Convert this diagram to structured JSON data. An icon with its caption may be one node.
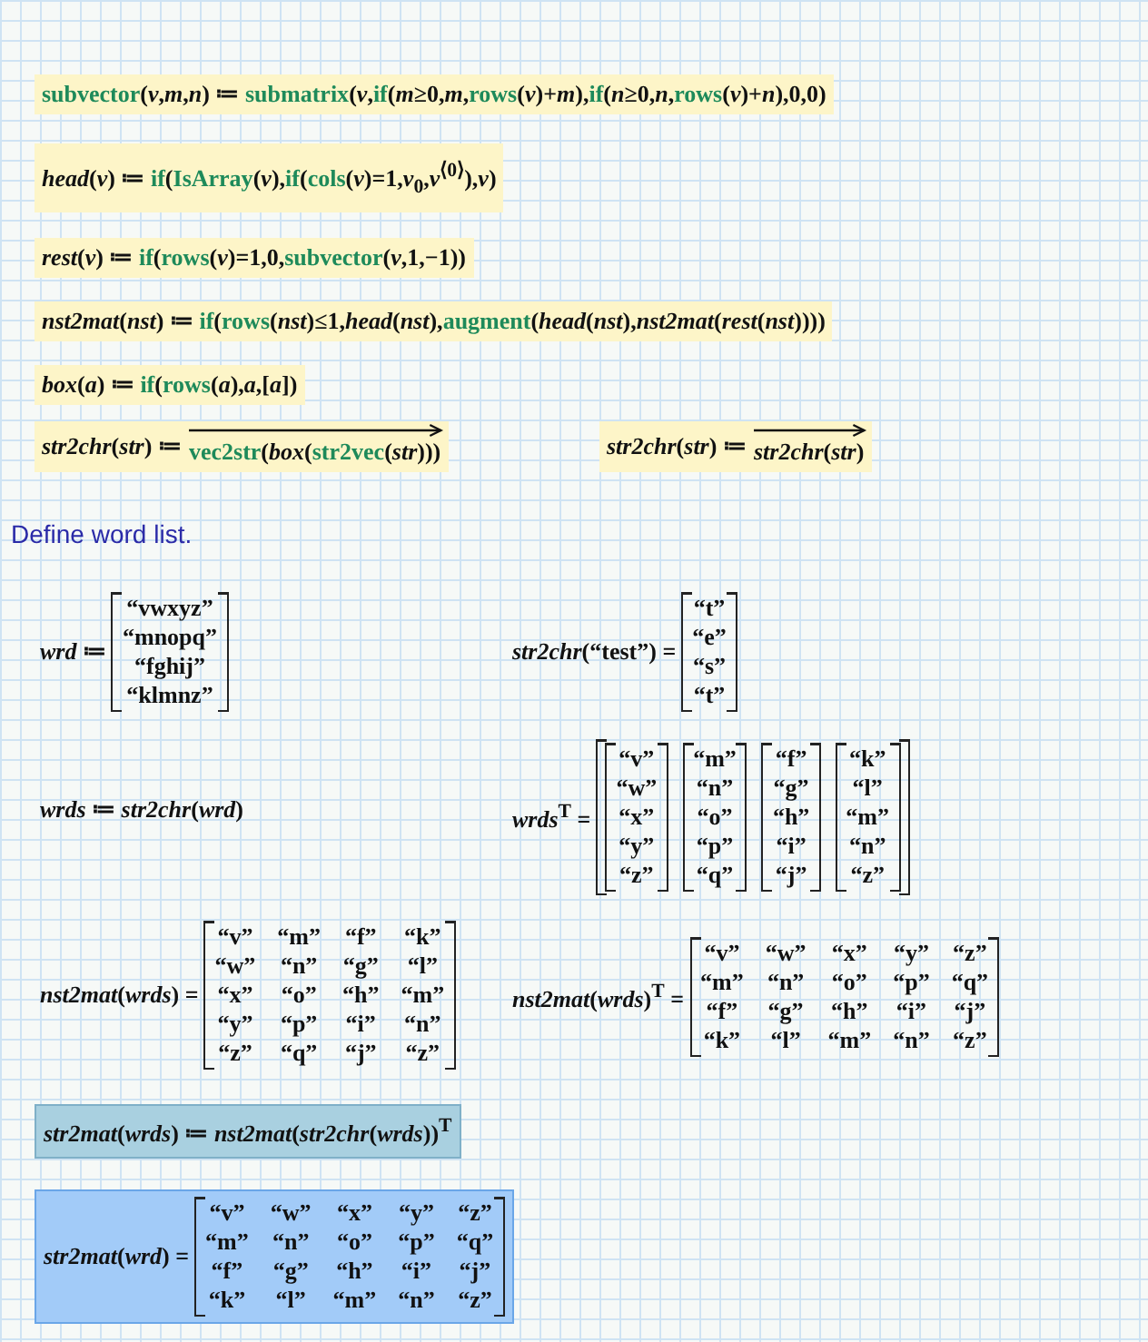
{
  "diagram": {
    "nodes": [
      {
        "text": [
          "**subvector**(*v*,*m*,*n*) ≔ **submatrix**(*v*,**if**(*m*≥0,*m*,**rows**(*v*)+*m*),**if**(*n*≥0,*n*,**rows**(*v*)+*n*),0,0)"
        ]
      },
      {
        "text": [
          "*head*(*v*) ≔ **if**(**IsArray**(*v*),**if**(**cols**(*v*)=1,*v*$_{0}$,*v*$^{⟨0⟩}$),*v*)"
        ]
      },
      {
        "text": [
          "*rest*(*v*) ≔ **if**(**rows**(*v*)=1,0,**subvector**(*v*,1,−1))"
        ]
      },
      {
        "text": [
          "*nst2mat*(*nst*) ≔ **if**(**rows**(*nst*)≤1,*head*(*nst*),**augment**(*head*(*nst*),*nst2mat*(*rest*(*nst*))))"
        ]
      },
      {
        "text": [
          "*box*(*a*) ≔ **if**(**rows**(*a*),*a*,[*a*])"
        ]
      },
      {
        "text": [
          "*str2chr*(*str*) ≔",
          "**vec2str**(*box*(**str2vec**(*str*)))"
        ]
      },
      {
        "text": [
          "*str2chr*(*str*) ≔",
          "*str2chr*(*str*)"
        ]
      },
      {
        "text": [
          "*str2mat*(*wrds*) ≔ *nst2mat*(*str2chr*(*wrds*))$^{T}$"
        ]
      },
      {
        "text": [
          "*str2mat*(*wrd*) =",
          "“v”",
          "“w”",
          "“x”",
          "“y”",
          "“z”",
          "“m”",
          "“n”",
          "“o”",
          "“p”",
          "“q”",
          "“f”",
          "“g”",
          "“h”",
          "“i”",
          "“j”",
          "“k”",
          "“l”",
          "“m”",
          "“n”",
          "“z”"
        ]
      }
    ],
    "labels": [
      "Define word list.",
      "*wrd* ≔",
      "“vwxyz”",
      "“mnopq”",
      "“fghij”",
      "“klmnz”",
      "*str2chr*(“test”) =",
      "“t”",
      "“e”",
      "“s”",
      "“t”",
      "*wrds* ≔ *str2chr*(*wrd*)",
      "*wrds*$^{T}$ =",
      "“v”",
      "“w”",
      "“x”",
      "“y”",
      "“z”",
      "“m”",
      "“n”",
      "“o”",
      "“p”",
      "“q”",
      "“f”",
      "“g”",
      "“h”",
      "“i”",
      "“j”",
      "“k”",
      "“l”",
      "“m”",
      "“n”",
      "“z”",
      "*nst2mat*(*wrds*) =",
      "“v”",
      "“m”",
      "“f”",
      "“k”",
      "“w”",
      "“n”",
      "“g”",
      "“l”",
      "“x”",
      "“o”",
      "“h”",
      "“m”",
      "“y”",
      "“p”",
      "“i”",
      "“n”",
      "“z”",
      "“q”",
      "“j”",
      "“z”",
      "*nst2mat*(*wrds*)$^{T}$ =",
      "“v”",
      "“w”",
      "“x”",
      "“y”",
      "“z”",
      "“m”",
      "“n”",
      "“o”",
      "“p”",
      "“q”",
      "“f”",
      "“g”",
      "“h”",
      "“i”",
      "“j”",
      "“k”",
      "“l”",
      "“m”",
      "“n”",
      "“z”"
    ]
  }
}
